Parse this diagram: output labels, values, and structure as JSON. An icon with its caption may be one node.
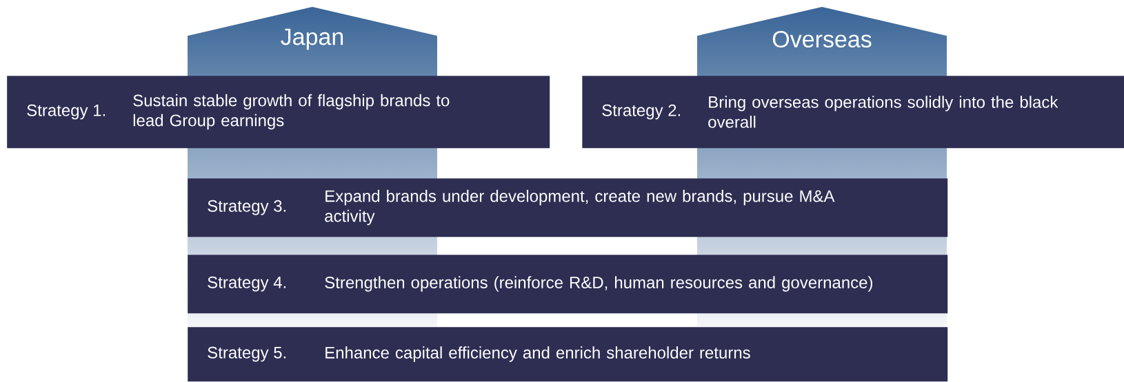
{
  "diagram": {
    "nodes": [
      {
        "text": [
          "Japan"
        ]
      },
      {
        "text": [
          "Overseas"
        ]
      },
      {
        "text": [
          "Strategy 1.",
          "Sustain stable growth of flagship brands to lead Group earnings"
        ]
      },
      {
        "text": [
          "Strategy 2.",
          "Bring overseas operations solidly into the black overall"
        ]
      },
      {
        "text": [
          "Strategy 3.",
          "Expand brands under development, create new brands, pursue M&A activity"
        ]
      },
      {
        "text": [
          "Strategy 4.",
          "Strengthen operations (reinforce R&D, human resources and governance)"
        ]
      },
      {
        "text": [
          "Strategy 5.",
          "Enhance capital efficiency and enrich shareholder returns"
        ]
      }
    ]
  }
}
